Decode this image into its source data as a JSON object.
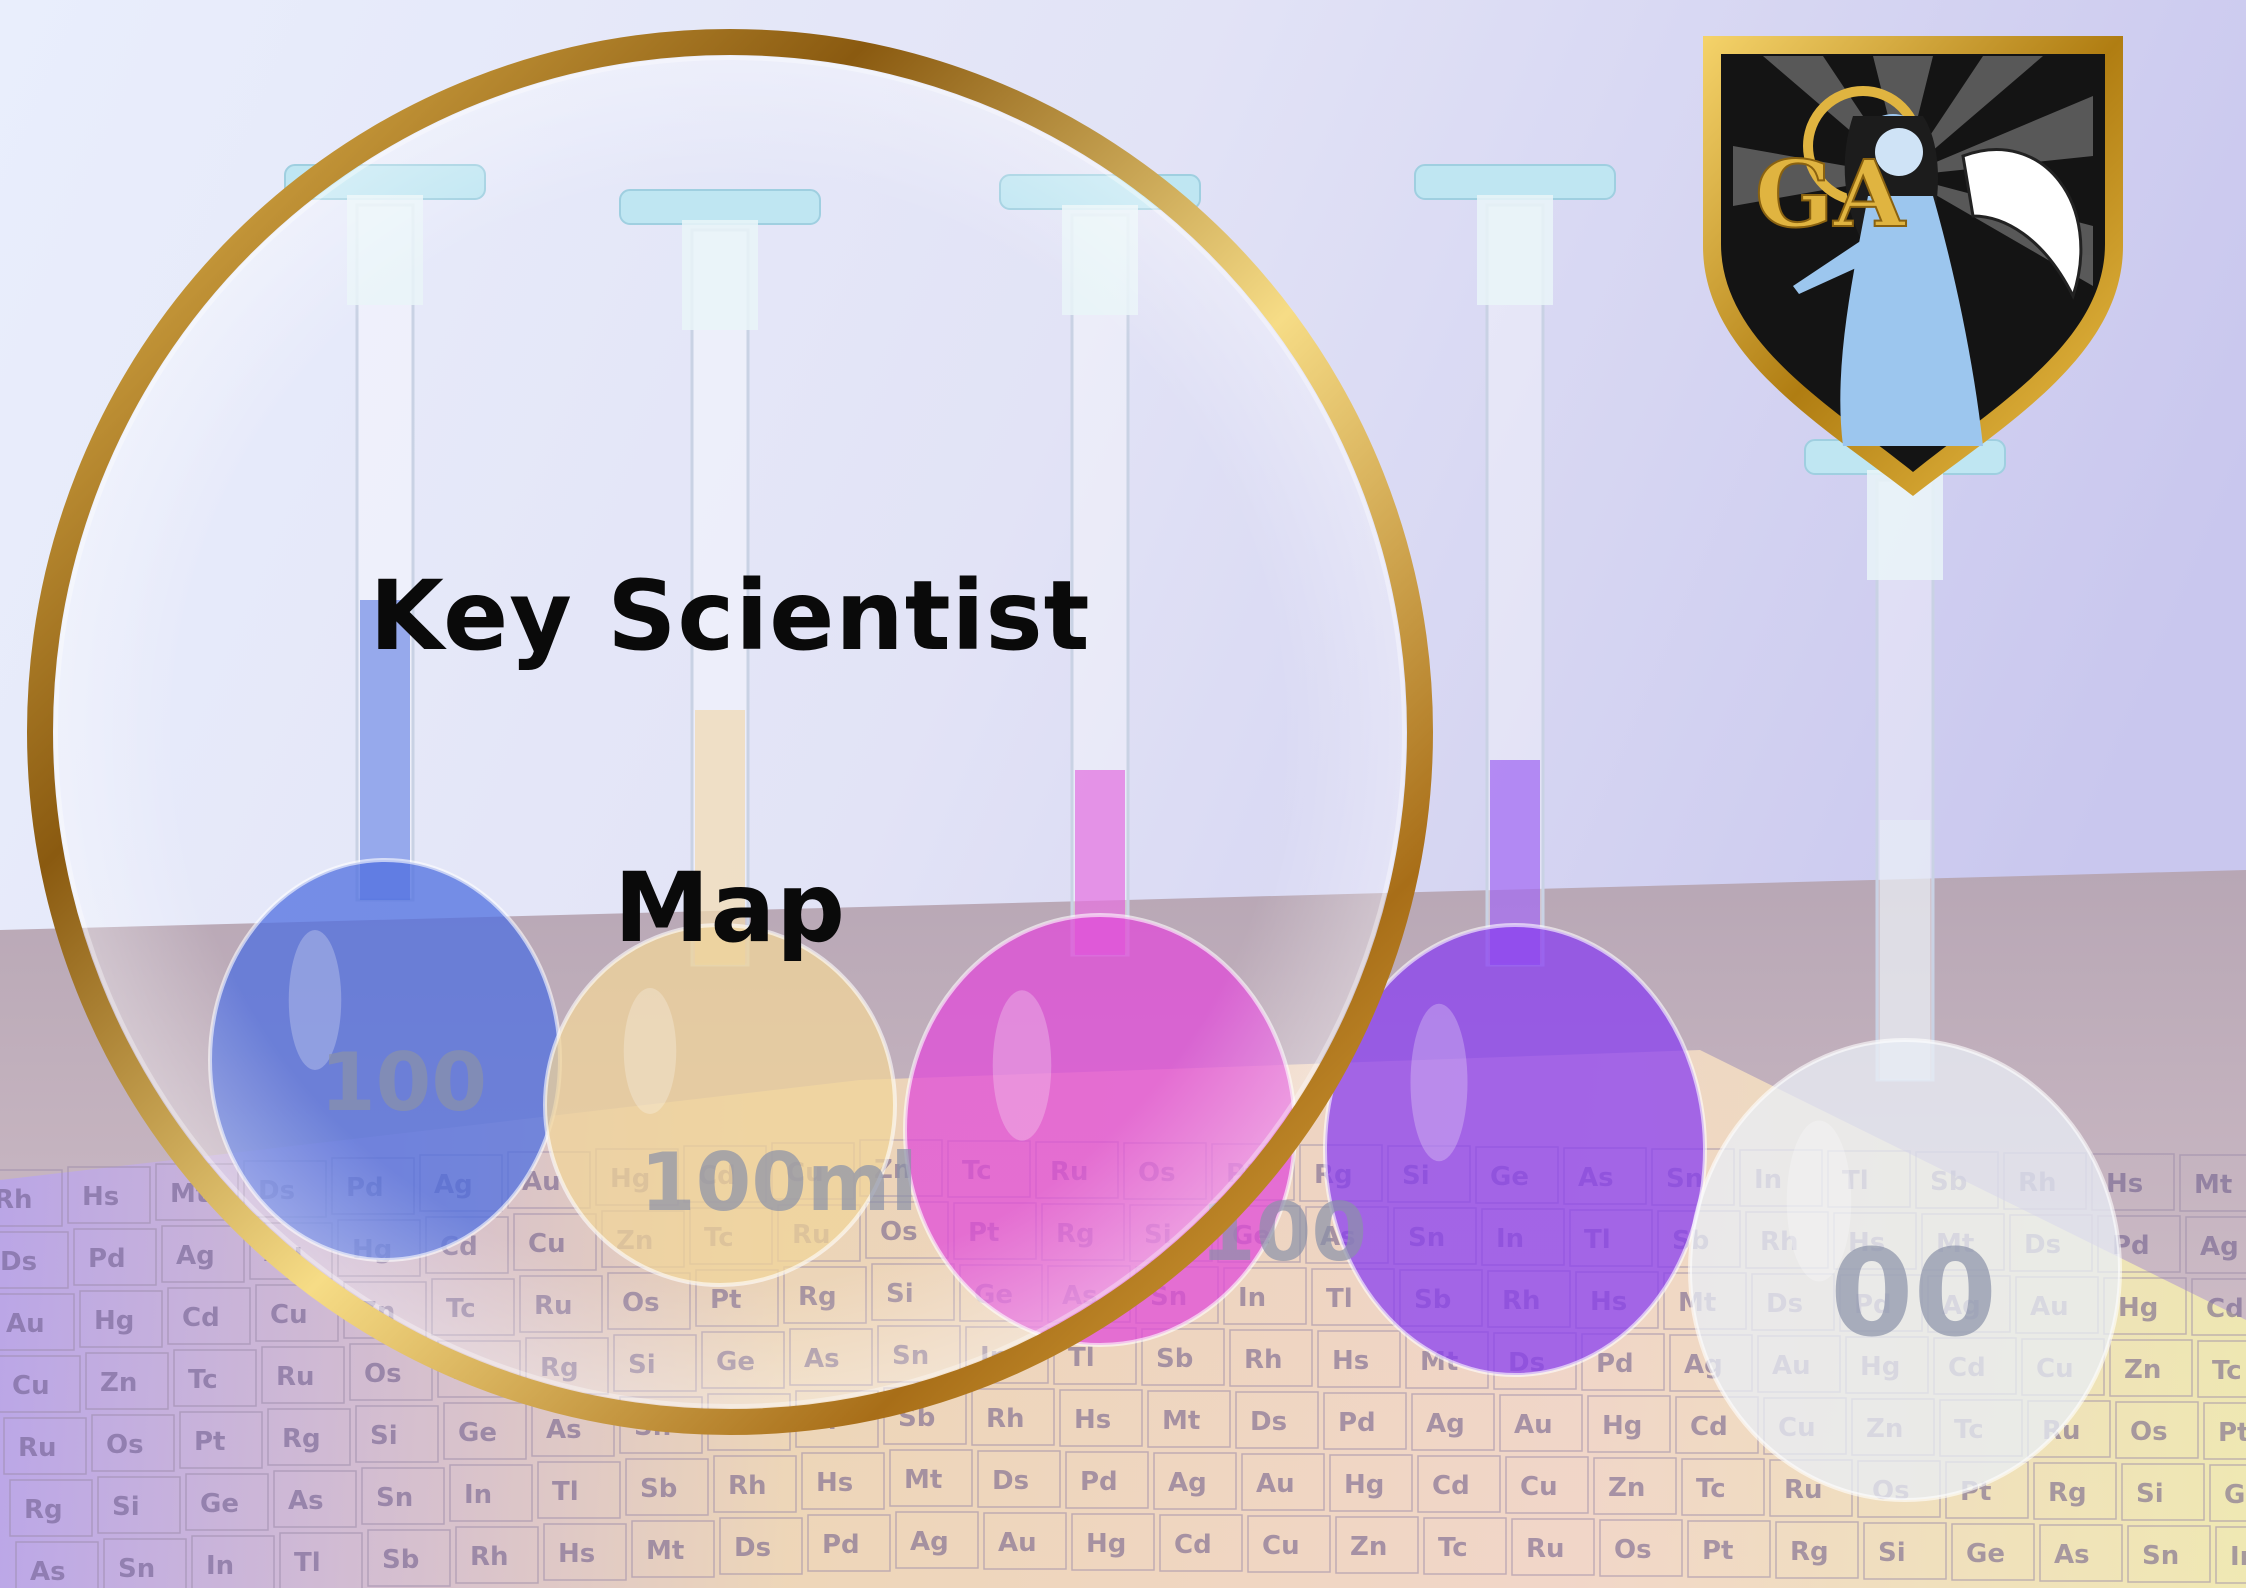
{
  "poster": {
    "title_line1": "Key Scientist",
    "title_line2": "Map"
  },
  "flasks": [
    {
      "name": "blue",
      "color": "#4f6fe0"
    },
    {
      "name": "amber",
      "color": "#f0d49a"
    },
    {
      "name": "pink",
      "color": "#e04bd8"
    },
    {
      "name": "violet",
      "color": "#8a3ff0"
    },
    {
      "name": "clear",
      "color": "#e8eef6"
    }
  ],
  "flask_labels": [
    "100",
    "100ml",
    "100",
    "00"
  ],
  "crest": {
    "monogram": "GA",
    "colors": {
      "gold": "#d4a520",
      "black": "#111111",
      "angel": "#9cc6ee"
    }
  },
  "ring_color": "#c8952a",
  "periodic_symbols": [
    "Rh",
    "Hs",
    "Mt",
    "Ds",
    "Pd",
    "Ag",
    "Au",
    "Hg",
    "Cd",
    "Cu",
    "Zn",
    "Tc",
    "Ru",
    "Os",
    "Pt",
    "Rg",
    "Si",
    "Ge",
    "As",
    "Sn",
    "In",
    "Tl",
    "Sb"
  ]
}
